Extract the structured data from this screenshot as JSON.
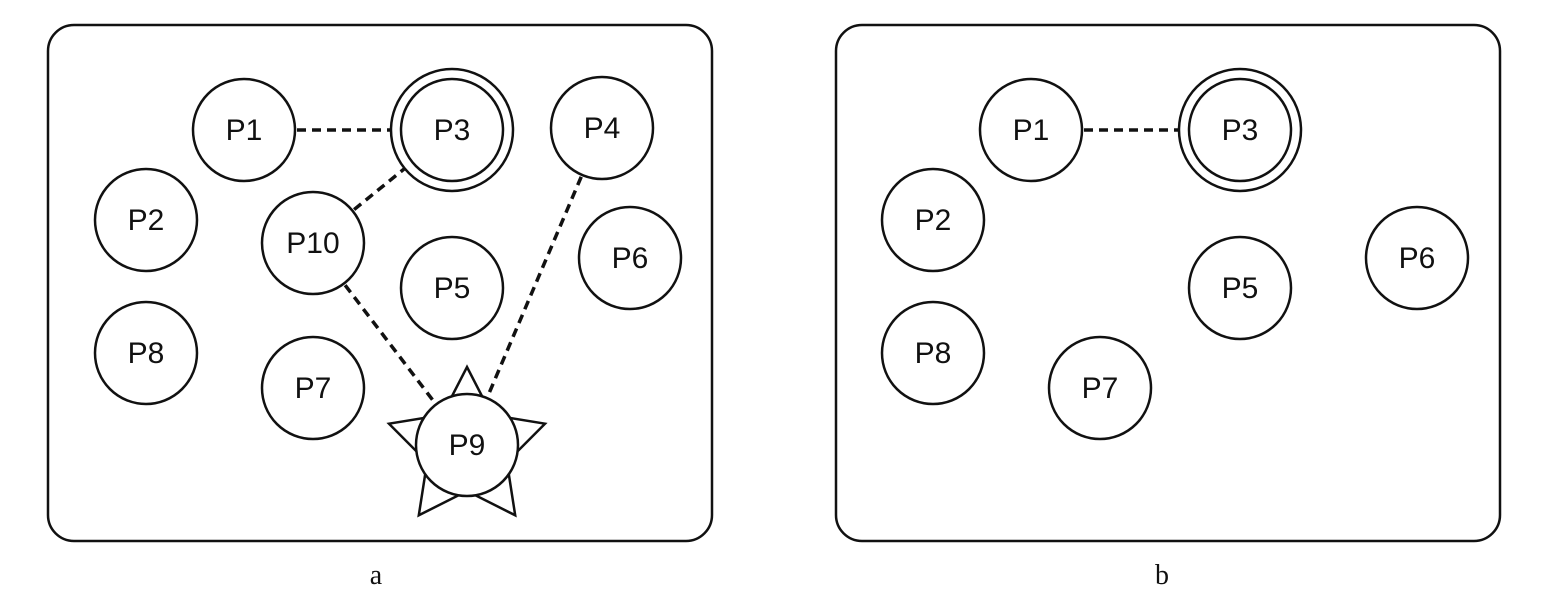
{
  "panels": [
    {
      "caption": "a",
      "nodes": [
        {
          "id": "P1",
          "label": "P1",
          "shape": "circle"
        },
        {
          "id": "P2",
          "label": "P2",
          "shape": "circle"
        },
        {
          "id": "P3",
          "label": "P3",
          "shape": "double-circle"
        },
        {
          "id": "P4",
          "label": "P4",
          "shape": "circle"
        },
        {
          "id": "P5",
          "label": "P5",
          "shape": "circle"
        },
        {
          "id": "P6",
          "label": "P6",
          "shape": "circle"
        },
        {
          "id": "P7",
          "label": "P7",
          "shape": "circle"
        },
        {
          "id": "P8",
          "label": "P8",
          "shape": "circle"
        },
        {
          "id": "P9",
          "label": "P9",
          "shape": "star-circle"
        },
        {
          "id": "P10",
          "label": "P10",
          "shape": "circle"
        }
      ],
      "edges": [
        {
          "from": "P1",
          "to": "P3",
          "style": "dashed"
        },
        {
          "from": "P10",
          "to": "P3",
          "style": "dashed"
        },
        {
          "from": "P10",
          "to": "P9",
          "style": "dashed"
        },
        {
          "from": "P4",
          "to": "P9",
          "style": "dashed"
        }
      ]
    },
    {
      "caption": "b",
      "nodes": [
        {
          "id": "P1",
          "label": "P1",
          "shape": "circle"
        },
        {
          "id": "P2",
          "label": "P2",
          "shape": "circle"
        },
        {
          "id": "P3",
          "label": "P3",
          "shape": "double-circle"
        },
        {
          "id": "P5",
          "label": "P5",
          "shape": "circle"
        },
        {
          "id": "P6",
          "label": "P6",
          "shape": "circle"
        },
        {
          "id": "P7",
          "label": "P7",
          "shape": "circle"
        },
        {
          "id": "P8",
          "label": "P8",
          "shape": "circle"
        }
      ],
      "edges": [
        {
          "from": "P1",
          "to": "P3",
          "style": "dashed"
        }
      ]
    }
  ]
}
